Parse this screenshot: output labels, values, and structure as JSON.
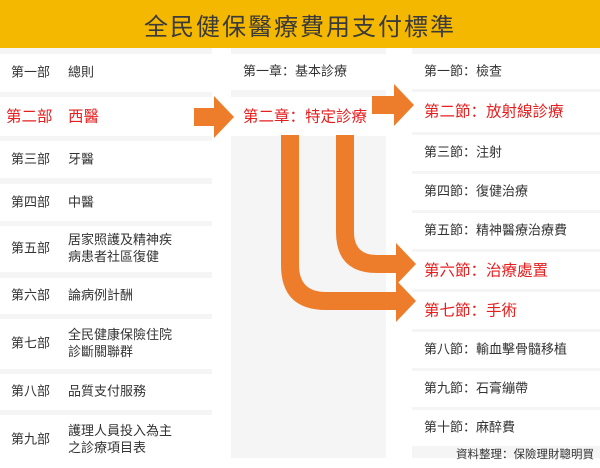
{
  "title": "全民健保醫療費用支付標準",
  "left_column": [
    {
      "num": "第一部",
      "name": "總則",
      "highlight": false
    },
    {
      "num": "第二部",
      "name": "西醫",
      "highlight": true
    },
    {
      "num": "第三部",
      "name": "牙醫",
      "highlight": false
    },
    {
      "num": "第四部",
      "name": "中醫",
      "highlight": false
    },
    {
      "num": "第五部",
      "name": "居家照護及精神疾\n病患者社區復健",
      "highlight": false
    },
    {
      "num": "第六部",
      "name": "論病例計酬",
      "highlight": false
    },
    {
      "num": "第七部",
      "name": "全民健康保險住院\n診斷關聯群",
      "highlight": false
    },
    {
      "num": "第八部",
      "name": "品質支付服務",
      "highlight": false
    },
    {
      "num": "第九部",
      "name": "護理人員投入為主\n之診療項目表",
      "highlight": false
    }
  ],
  "middle_column": [
    {
      "label": "第一章：基本診療",
      "highlight": false
    },
    {
      "label": "第二章：特定診療",
      "highlight": true
    }
  ],
  "right_column": [
    {
      "label": "第一節：檢查",
      "highlight": false
    },
    {
      "label": "第二節：放射線診療",
      "highlight": true
    },
    {
      "label": "第三節：注射",
      "highlight": false
    },
    {
      "label": "第四節：復健治療",
      "highlight": false
    },
    {
      "label": "第五節：精神醫療治療費",
      "highlight": false
    },
    {
      "label": "第六節：治療處置",
      "highlight": true
    },
    {
      "label": "第七節：手術",
      "highlight": true
    },
    {
      "label": "第八節：輸血擊骨髓移植",
      "highlight": false
    },
    {
      "label": "第九節：石膏繃帶",
      "highlight": false
    },
    {
      "label": "第十節：麻醉費",
      "highlight": false
    }
  ],
  "footer": "資料整理：保險理財聰明買",
  "colors": {
    "title_bg": "#f5b800",
    "panel_bg": "#f5f5f5",
    "arrow": "#ee7d2b",
    "highlight_text": "#e61e1e"
  },
  "arrows": [
    {
      "from": "第二部 西醫",
      "to": "第二章：特定診療"
    },
    {
      "from": "第二章：特定診療",
      "to": "第二節：放射線診療"
    },
    {
      "from": "第二章：特定診療",
      "to": "第六節：治療處置"
    },
    {
      "from": "第二章：特定診療",
      "to": "第七節：手術"
    }
  ]
}
